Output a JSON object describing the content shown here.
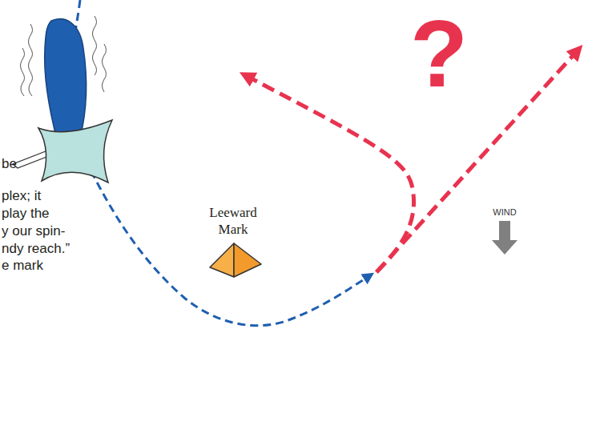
{
  "diagram": {
    "labels": [
      "?",
      "Leeward Mark",
      "WIND",
      "be",
      "plex; it",
      "play the",
      "y our spin-",
      "ndy reach.”",
      "e mark"
    ]
  }
}
